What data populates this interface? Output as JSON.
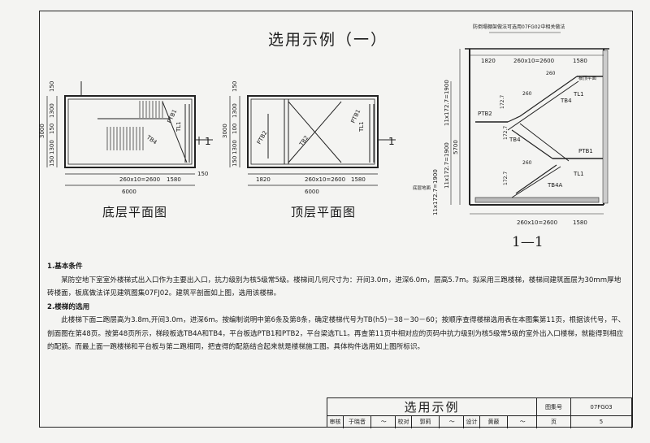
{
  "page_title": "选用示例（一）",
  "plan1": {
    "label": "底层平面图",
    "dims_bottom": [
      "260x10=2600",
      "1580",
      "150"
    ],
    "dim_total": "6000",
    "dims_left": [
      "3000",
      "150",
      "1300",
      "150",
      "1300",
      "150"
    ],
    "stair_labels": [
      "TB4",
      "TL1",
      "PTB1"
    ],
    "section_mark": "1"
  },
  "plan2": {
    "label": "顶层平面图",
    "dims_bottom": [
      "1820",
      "260x10=2600",
      "1580"
    ],
    "dim_total": "6000",
    "dims_left": [
      "3000",
      "150",
      "1300",
      "100",
      "1300",
      "150"
    ],
    "stair_labels": [
      "PTB2",
      "TB2",
      "TL1",
      "PTB1"
    ],
    "section_mark": "1"
  },
  "section": {
    "label": "1—1",
    "note": "防倒塌棚架做法可选用07FG02中相关做法",
    "dims_top": [
      "1820",
      "260x10=2600",
      "1580"
    ],
    "dims_bottom": [
      "260x10=2600",
      "1580"
    ],
    "dims_left": [
      "5700",
      "11x172.7=1900",
      "11x172.7=1900",
      "11x172.7=1900"
    ],
    "tags": [
      "PTB2",
      "TL1",
      "TB4",
      "TB4",
      "PTB1",
      "TL1",
      "TB4A",
      "260",
      "172.7",
      "260",
      "172.7",
      "260",
      "172.7"
    ],
    "text_floor": "板顶平面",
    "text_ground": "底层地面"
  },
  "notes": {
    "h1": "1.基本条件",
    "p1": "某防空地下室室外楼梯式出入口作为主要出入口，抗力级别为核5级常5级。楼梯间几何尺寸为：开间3.0m，进深6.0m，层高5.7m。拟采用三跑楼梯，楼梯间建筑面层为30mm厚地砖楼面，板底做法详见建筑图集07FJ02。建筑平剖面如上图，选用该楼梯。",
    "h2": "2.楼梯的选用",
    "p2": "此楼梯下面二跑层高为3.8m,开间3.0m，进深6m。按编制说明中第6条及第8条，确定楼梯代号为TB(h5)－38－30－60；按顺序查得楼梯选用表在本图集第11页，根据该代号，平、剖面图在第48页。按第48页所示，梯段板选TB4A和TB4，平台板选PTB1和PTB2，平台梁选TL1。再查第11页中相对应的页码中抗力级别为核5级常5级的室外出入口楼梯，就能得到相应的配筋。而最上面一跑楼梯和平台板与第二跑相同，把查得的配筋结合起来就是楼梯施工图。具体构件选用如上图所标识。"
  },
  "title_block": {
    "name": "选用示例",
    "atlas_label": "图集号",
    "atlas_no": "07FG03",
    "review_label": "审核",
    "reviewer": "于晓音",
    "check_label": "校对",
    "checker": "郭莉",
    "design_label": "设计",
    "designer": "黄蔽",
    "page_label": "页",
    "page_no": "5"
  }
}
